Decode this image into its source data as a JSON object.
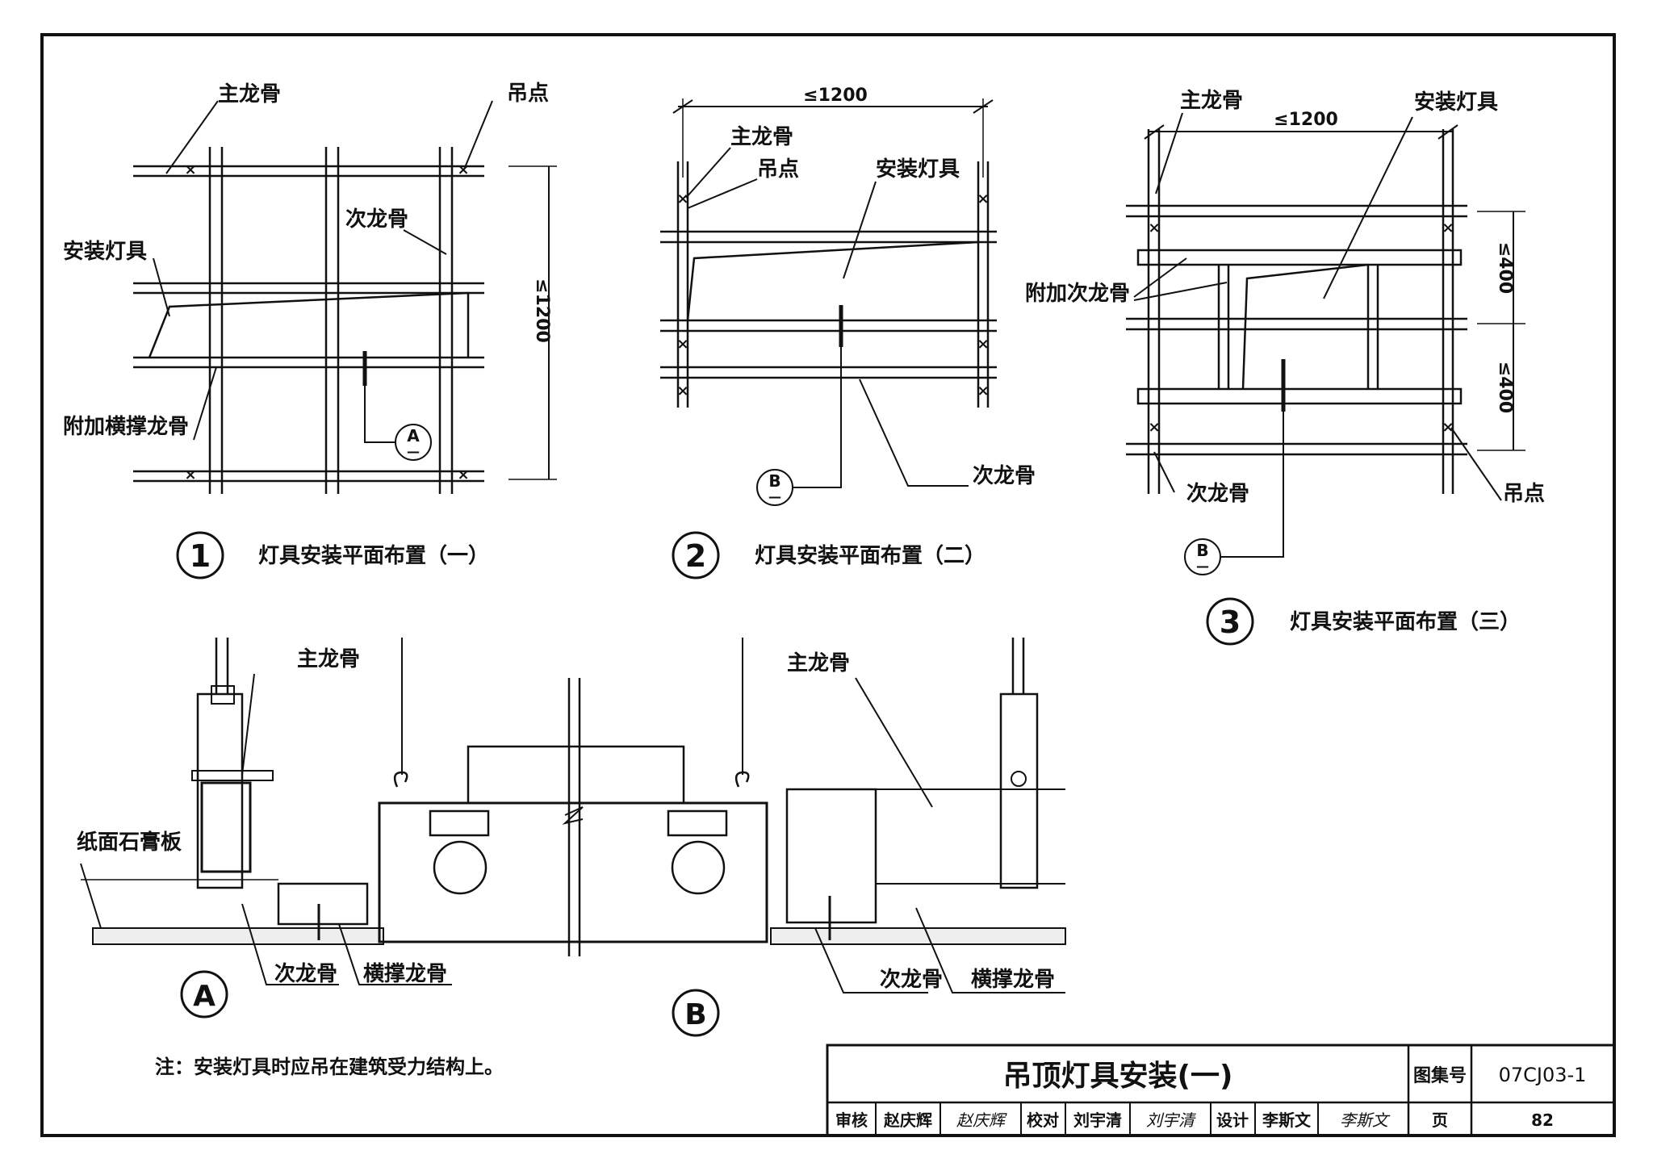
{
  "labels": {
    "main_keel": "主龙骨",
    "hang_point": "吊点",
    "secondary_keel": "次龙骨",
    "install_fixture": "安装灯具",
    "extra_cross_keel": "附加横撑龙骨",
    "extra_secondary_keel": "附加次龙骨",
    "gypsum_board": "纸面石膏板",
    "cross_keel": "横撑龙骨"
  },
  "dimensions": {
    "d1200": "≤1200",
    "d400": "≤400"
  },
  "section_marks": {
    "A": "A",
    "B": "B",
    "dash": "—"
  },
  "figures": [
    {
      "number": "1",
      "title": "灯具安装平面布置（一）"
    },
    {
      "number": "2",
      "title": "灯具安装平面布置（二）"
    },
    {
      "number": "3",
      "title": "灯具安装平面布置（三）"
    }
  ],
  "detail_marks": {
    "A": "A",
    "B": "B"
  },
  "note": "注：安装灯具时应吊在建筑受力结构上。",
  "title_block": {
    "title": "吊顶灯具安装(一)",
    "atlas_label": "图集号",
    "atlas_no": "07CJ03-1",
    "review_label": "审核",
    "reviewer": "赵庆辉",
    "reviewer_sign": "赵庆辉",
    "check_label": "校对",
    "checker": "刘宇清",
    "checker_sign": "刘宇清",
    "design_label": "设计",
    "designer": "李斯文",
    "designer_sign": "李斯文",
    "page_label": "页",
    "page_no": "82"
  }
}
